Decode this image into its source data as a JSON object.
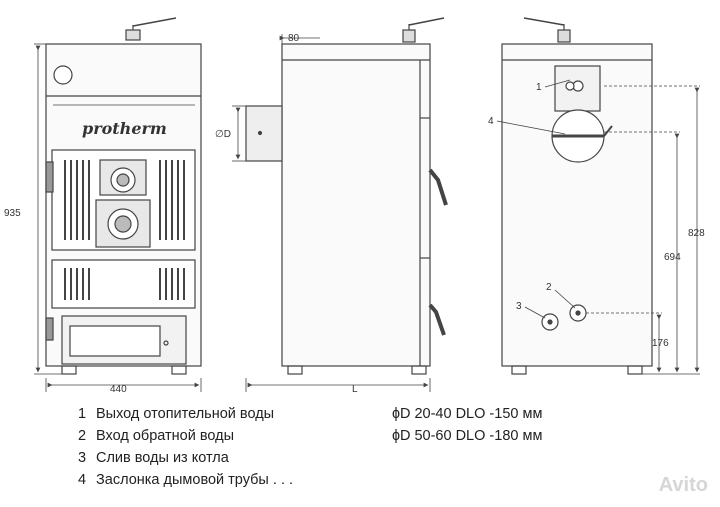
{
  "brand_logo": "protherm",
  "dimensions": {
    "width": "440",
    "height": "935",
    "flue_offset": "80",
    "flue_diameter": "∅D",
    "depth": "L",
    "flow_height": "828",
    "return_height": "694",
    "drain_height": "176"
  },
  "markers": [
    "1",
    "2",
    "3",
    "4"
  ],
  "legend": [
    {
      "num": "1",
      "text": "Выход отопительной воды"
    },
    {
      "num": "2",
      "text": "Вход обратной воды"
    },
    {
      "num": "3",
      "text": "Слив воды из котла"
    },
    {
      "num": "4",
      "text": "Заслонка дымовой трубы . . ."
    }
  ],
  "sizes": [
    {
      "text": "ɸD  20-40 DLO -150 мм"
    },
    {
      "text": "ɸD  50-60 DLO -180 мм"
    }
  ],
  "watermark": "Avito",
  "colors": {
    "line": "#444444",
    "panel": "#f2f2f2"
  }
}
